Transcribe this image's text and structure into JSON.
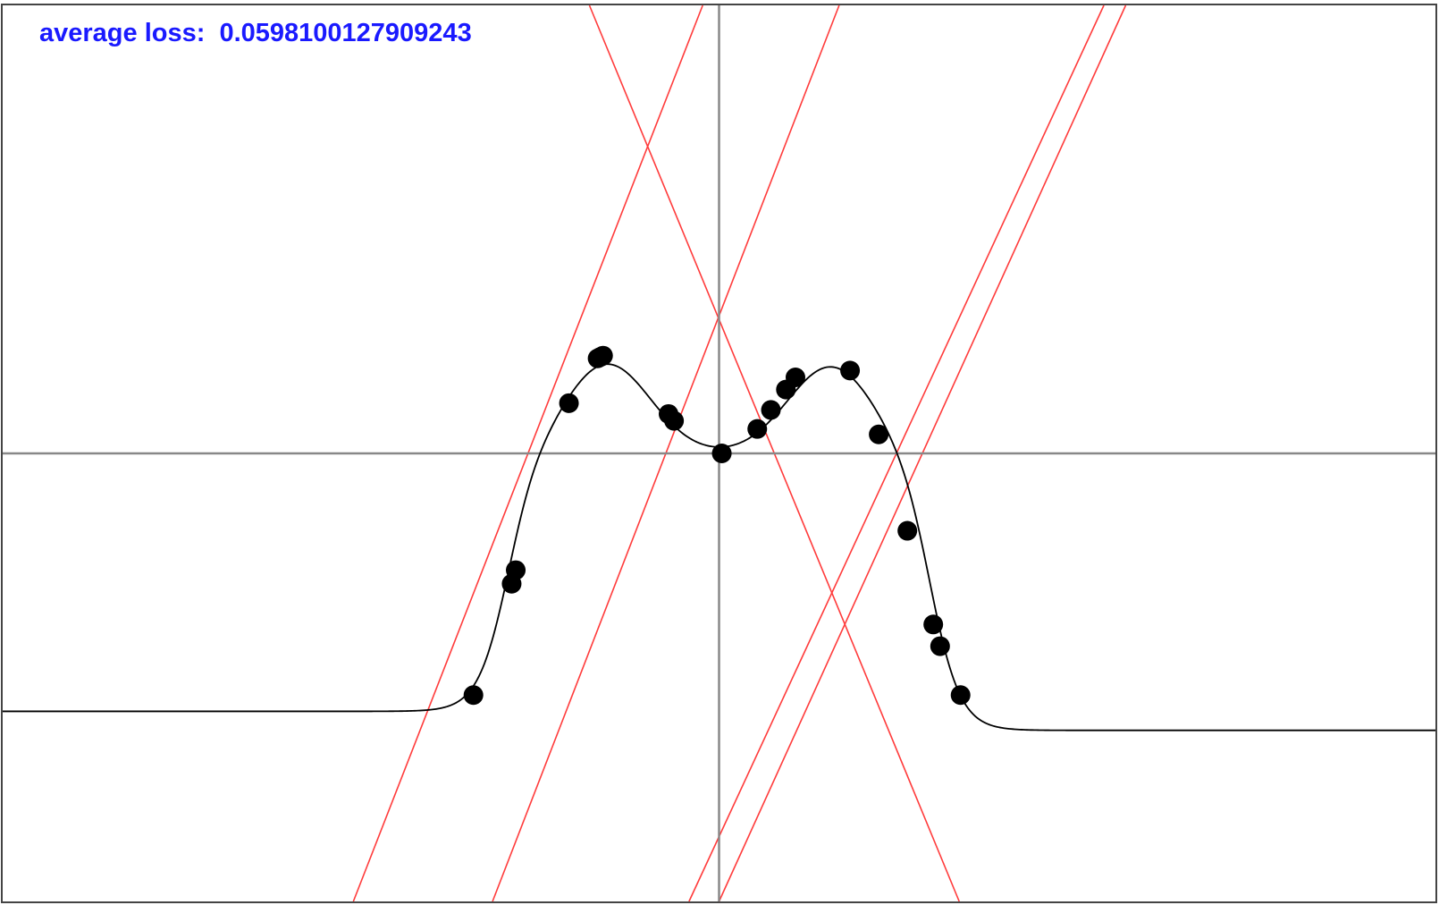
{
  "chart_data": {
    "type": "scatter",
    "title": "",
    "xlabel": "",
    "ylabel": "",
    "xlim": [
      -5.25,
      5.25
    ],
    "ylim": [
      -3.3,
      3.3
    ],
    "grid": false,
    "legend": "none",
    "annotation": {
      "label": "average loss:",
      "value": "0.0598100127909243"
    },
    "points": [
      {
        "x": -1.8,
        "y": -1.78
      },
      {
        "x": -1.52,
        "y": -0.96
      },
      {
        "x": -1.49,
        "y": -0.86
      },
      {
        "x": -1.1,
        "y": 0.37
      },
      {
        "x": -0.89,
        "y": 0.7
      },
      {
        "x": -0.87,
        "y": 0.71
      },
      {
        "x": -0.85,
        "y": 0.72
      },
      {
        "x": -0.37,
        "y": 0.29
      },
      {
        "x": -0.33,
        "y": 0.24
      },
      {
        "x": 0.02,
        "y": 0.0
      },
      {
        "x": 0.28,
        "y": 0.18
      },
      {
        "x": 0.38,
        "y": 0.32
      },
      {
        "x": 0.49,
        "y": 0.47
      },
      {
        "x": 0.56,
        "y": 0.56
      },
      {
        "x": 0.96,
        "y": 0.61
      },
      {
        "x": 1.17,
        "y": 0.14
      },
      {
        "x": 1.38,
        "y": -0.57
      },
      {
        "x": 1.57,
        "y": -1.26
      },
      {
        "x": 1.62,
        "y": -1.42
      },
      {
        "x": 1.77,
        "y": -1.78
      }
    ],
    "fit_curve": {
      "left_asymptote": -1.9,
      "right_asymptote": -2.04,
      "peaks": [
        {
          "x": -0.82,
          "y": 0.66
        },
        {
          "x": 0.82,
          "y": 0.64
        }
      ],
      "valley": {
        "x": 0.0,
        "y": 0.0
      }
    },
    "basis_lines": [
      {
        "x1": -2.68,
        "y1": -3.3,
        "x2": -0.12,
        "y2": 3.3
      },
      {
        "x1": -1.66,
        "y1": -3.3,
        "x2": 0.88,
        "y2": 3.3
      },
      {
        "x1": -0.22,
        "y1": -3.3,
        "x2": 2.82,
        "y2": 3.3
      },
      {
        "x1": 0.0,
        "y1": -3.3,
        "x2": 2.98,
        "y2": 3.3
      },
      {
        "x1": -0.95,
        "y1": 3.3,
        "x2": 1.76,
        "y2": -3.3
      }
    ],
    "colors": {
      "points": "#000000",
      "curve": "#000000",
      "basis_lines": "#ff3b3b",
      "axes": "#888888",
      "annotation": "#1a1aff",
      "frame": "#444444"
    }
  }
}
